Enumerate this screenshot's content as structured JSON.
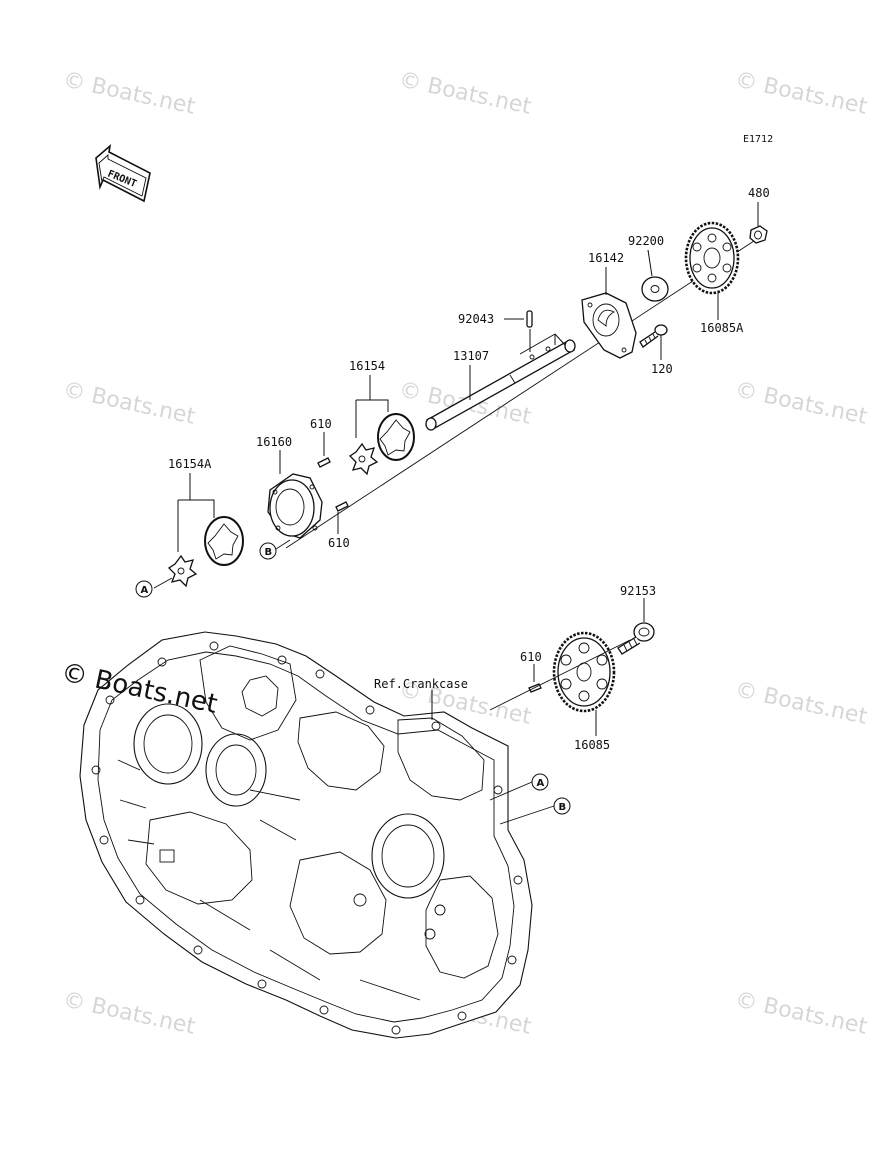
{
  "diagram_code": "E1712",
  "front_arrow_label": "FRONT",
  "parts": [
    {
      "id": "p480",
      "number": "480"
    },
    {
      "id": "p92200",
      "number": "92200"
    },
    {
      "id": "p16142",
      "number": "16142"
    },
    {
      "id": "p16085A",
      "number": "16085A"
    },
    {
      "id": "p120",
      "number": "120"
    },
    {
      "id": "p92043",
      "number": "92043"
    },
    {
      "id": "p13107",
      "number": "13107"
    },
    {
      "id": "p16154",
      "number": "16154"
    },
    {
      "id": "p610a",
      "number": "610"
    },
    {
      "id": "p16160",
      "number": "16160"
    },
    {
      "id": "p16154A",
      "number": "16154A"
    },
    {
      "id": "p610b",
      "number": "610"
    },
    {
      "id": "p92153",
      "number": "92153"
    },
    {
      "id": "p610c",
      "number": "610"
    },
    {
      "id": "p16085",
      "number": "16085"
    }
  ],
  "reference_label": "Ref.Crankcase",
  "callouts": {
    "a": "A",
    "b": "B"
  },
  "watermark": "© Boats.net",
  "watermark_dark": "© Boats.net"
}
